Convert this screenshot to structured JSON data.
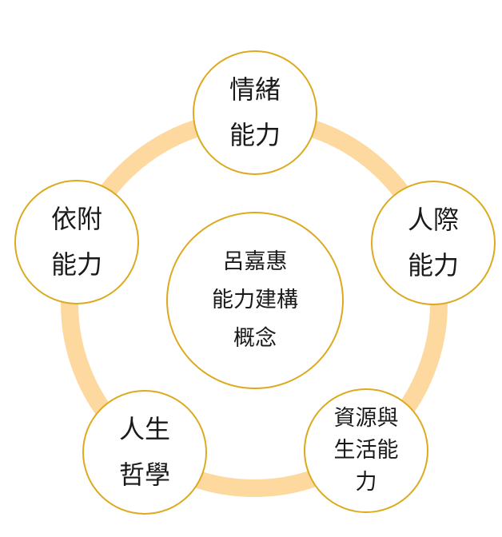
{
  "colors": {
    "ring": "#fdd9a0",
    "node_border": "#dcaa1e",
    "node_fill": "#ffffff",
    "text": "#1a1a1a"
  },
  "center": {
    "label": "呂嘉惠\n能力建構\n概念"
  },
  "nodes": [
    {
      "id": "emotion",
      "label": "情緒\n能力"
    },
    {
      "id": "people",
      "label": "人際\n能力"
    },
    {
      "id": "resource",
      "label": "資源與\n生活能\n力"
    },
    {
      "id": "life",
      "label": "人生\n哲學"
    },
    {
      "id": "attach",
      "label": "依附\n能力"
    }
  ]
}
